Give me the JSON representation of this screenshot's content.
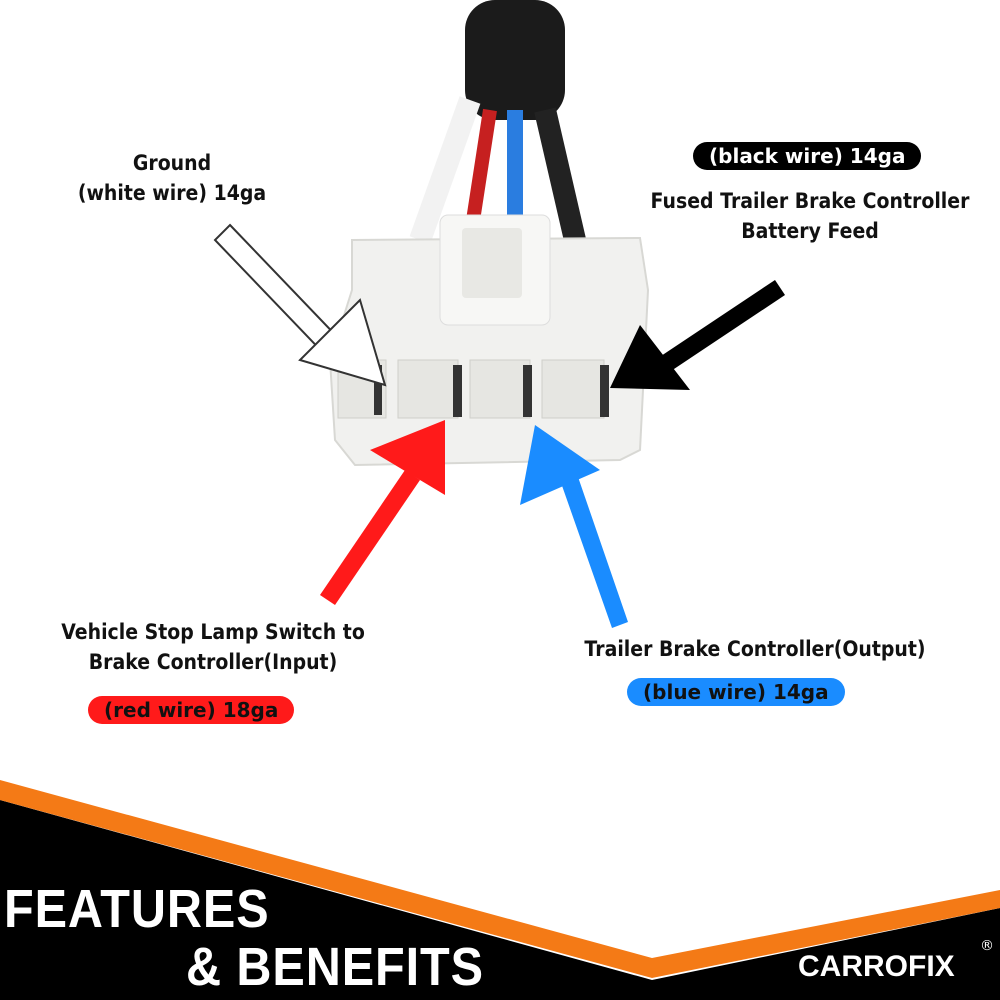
{
  "labels": {
    "ground_title": "Ground",
    "ground_wire": "(white wire) 14ga",
    "black_wire": "(black wire) 14ga",
    "black_desc_1": "Fused Trailer Brake Controller",
    "black_desc_2": "Battery Feed",
    "red_desc_1": "Vehicle Stop Lamp Switch to",
    "red_desc_2": "Brake Controller(Input)",
    "red_wire": "(red wire) 18ga",
    "blue_desc": "Trailer Brake Controller(Output)",
    "blue_wire": "(blue wire) 14ga"
  },
  "banner": {
    "line1": "FEATURES",
    "line2": "& BENEFITS",
    "brand": "CARROFIX",
    "registered": "®"
  },
  "colors": {
    "red": "#ff1a1a",
    "blue": "#1a8cff",
    "black": "#000000",
    "orange": "#f47a16"
  }
}
